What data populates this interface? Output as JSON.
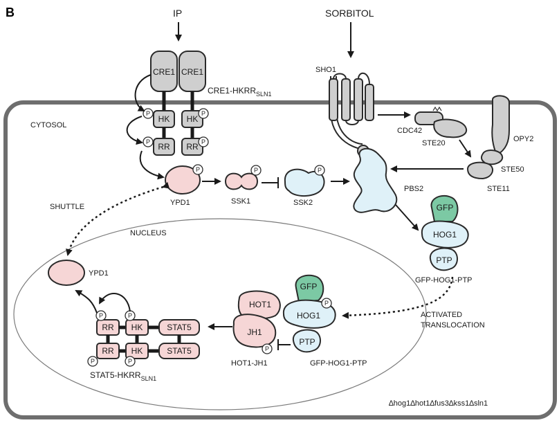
{
  "panel_label": "B",
  "stimuli": {
    "ip": "IP",
    "sorbitol": "SORBITOL"
  },
  "compartments": {
    "cytosol": "CYTOSOL",
    "nucleus": "NUCLEUS"
  },
  "proteins": {
    "cre1_left": "CRE1",
    "cre1_right": "CRE1",
    "hk_left": "HK",
    "hk_right": "HK",
    "rr_left": "RR",
    "rr_right": "RR",
    "ypd1_cyto": "YPD1",
    "ssk1": "SSK1",
    "ssk2": "SSK2",
    "pbs2": "PBS2",
    "sho1": "SHO1",
    "cdc42": "CDC42",
    "ste20": "STE20",
    "opy2": "OPY2",
    "ste50": "STE50",
    "ste11": "STE11",
    "gfp_cyto": "GFP",
    "hog1_cyto": "HOG1",
    "ptp_cyto": "PTP",
    "ypd1_nuc": "YPD1",
    "hot1": "HOT1",
    "jh1": "JH1",
    "gfp_nuc": "GFP",
    "hog1_nuc": "HOG1",
    "ptp_nuc": "PTP",
    "rr_nuc_top": "RR",
    "hk_nuc_top": "HK",
    "stat5_top": "STAT5",
    "rr_nuc_bot": "RR",
    "hk_nuc_bot": "HK",
    "stat5_bot": "STAT5"
  },
  "phospho_symbol": "P",
  "complex_labels": {
    "cre1_hkrr_main": "CRE1-HKRR",
    "cre1_hkrr_sub": "SLN1",
    "gfp_hog1_ptp_cyto": "GFP-HOG1-PTP",
    "gfp_hog1_ptp_nuc": "GFP-HOG1-PTP",
    "hot1_jh1": "HOT1-JH1",
    "stat5_hkrr_main": "STAT5-HKRR",
    "stat5_hkrr_sub": "SLN1"
  },
  "process_labels": {
    "shuttle": "SHUTTLE",
    "activated_line1": "ACTIVATED",
    "activated_line2": "TRANSLOCATION"
  },
  "genotype": "∆hog1∆hot1∆fus3∆kss1∆sln1"
}
